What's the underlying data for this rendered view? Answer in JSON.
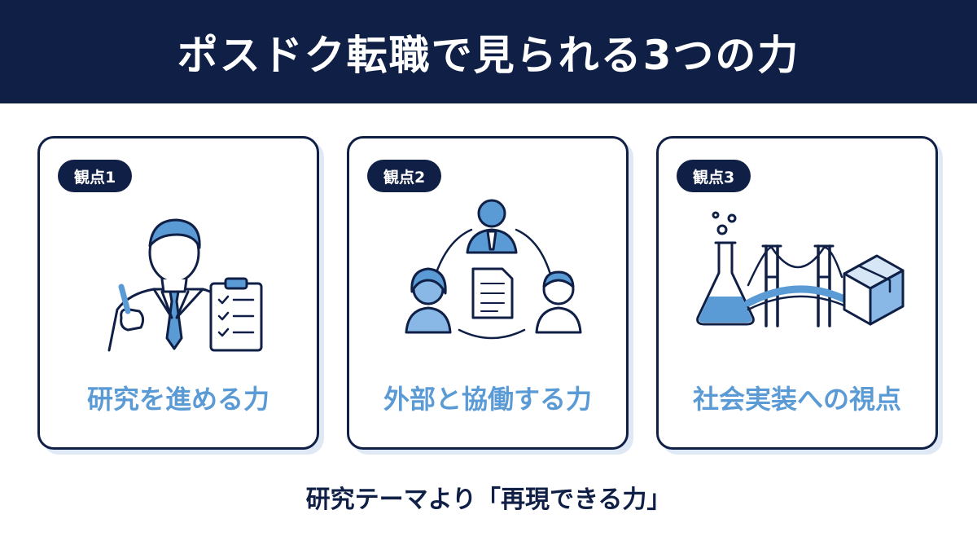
{
  "header": {
    "title": "ポスドク転職で見られる3つの力"
  },
  "cards": [
    {
      "badge": "観点1",
      "label": "研究を進める力",
      "icon": "researcher-clipboard-icon"
    },
    {
      "badge": "観点2",
      "label": "外部と協働する力",
      "icon": "team-collaboration-icon"
    },
    {
      "badge": "観点3",
      "label": "社会実装への視点",
      "icon": "flask-bridge-box-icon"
    }
  ],
  "footer": {
    "caption": "研究テーマより「再現できる力」"
  },
  "colors": {
    "navy": "#0f1f45",
    "accent_blue": "#5b9bd5",
    "light_blue": "#8ab8e6"
  }
}
